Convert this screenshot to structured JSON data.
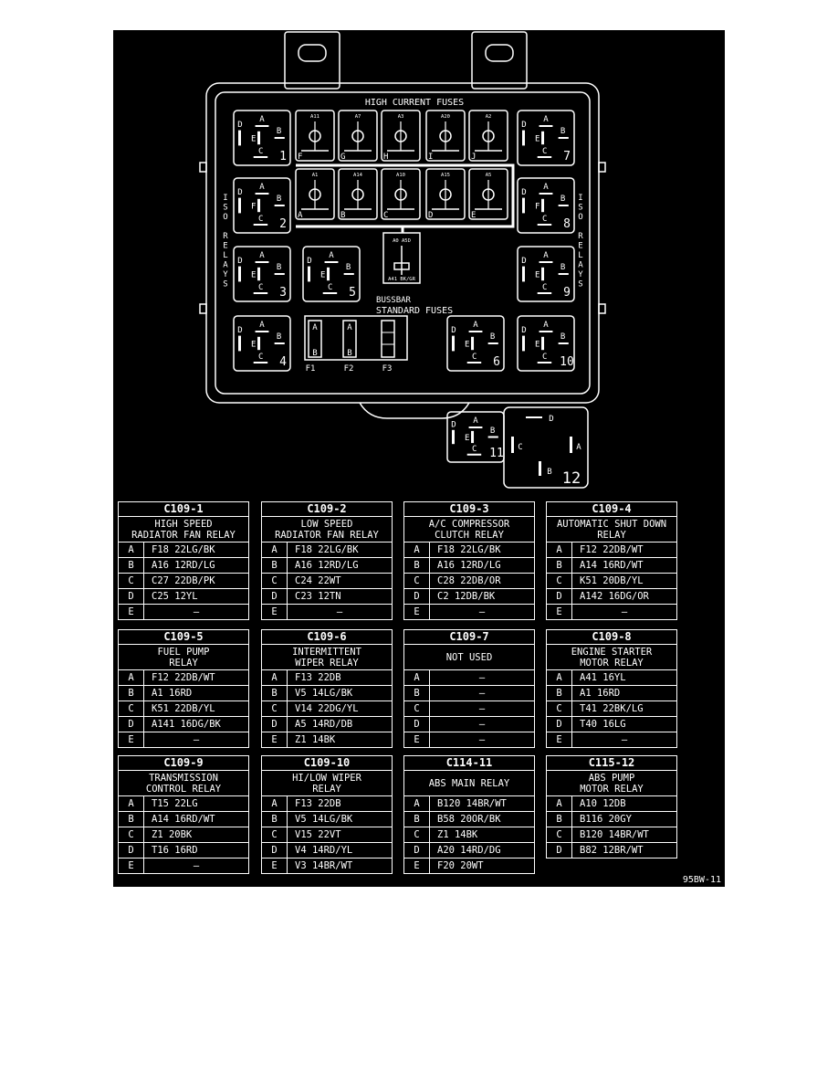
{
  "diagram": {
    "top_label": "HIGH CURRENT FUSES",
    "std_label": "STANDARD FUSES",
    "bussbar_label": "BUSSBAR",
    "iso_left": [
      "I",
      "S",
      "O",
      "",
      "R",
      "E",
      "L",
      "A",
      "Y",
      "S"
    ],
    "iso_right": [
      "I",
      "S",
      "O",
      "",
      "R",
      "E",
      "L",
      "A",
      "Y",
      "S"
    ],
    "relay_pins": [
      "A",
      "B",
      "C",
      "D",
      "E",
      "F"
    ],
    "relay_numbers": [
      "1",
      "2",
      "3",
      "4",
      "5",
      "6",
      "7",
      "8",
      "9",
      "10",
      "11",
      "12"
    ],
    "hc_row1_letters": [
      "F",
      "G",
      "H",
      "I",
      "J"
    ],
    "hc_row2_letters": [
      "A",
      "B",
      "C",
      "D",
      "E"
    ],
    "hc_row1_codes": [
      "A11",
      "A7",
      "A3",
      "A20",
      "A2"
    ],
    "hc_row2_codes": [
      "A1",
      "A14",
      "A10",
      "A15",
      "A5"
    ],
    "fuse_cols": [
      "F1",
      "F2",
      "F3"
    ],
    "fuse_letters": [
      "A",
      "B",
      "A",
      "B"
    ],
    "bussbar_tag": "A41 BK/GR"
  },
  "tables": [
    {
      "id": "C109-1",
      "title": [
        "HIGH SPEED",
        "RADIATOR FAN RELAY"
      ],
      "rows": [
        [
          "A",
          "F18 22LG/BK"
        ],
        [
          "B",
          "A16 12RD/LG"
        ],
        [
          "C",
          "C27 22DB/PK"
        ],
        [
          "D",
          "C25 12YL"
        ],
        [
          "E",
          "–"
        ]
      ]
    },
    {
      "id": "C109-2",
      "title": [
        "LOW SPEED",
        "RADIATOR FAN RELAY"
      ],
      "rows": [
        [
          "A",
          "F18 22LG/BK"
        ],
        [
          "B",
          "A16 12RD/LG"
        ],
        [
          "C",
          "C24 22WT"
        ],
        [
          "D",
          "C23 12TN"
        ],
        [
          "E",
          "–"
        ]
      ]
    },
    {
      "id": "C109-3",
      "title": [
        "A/C COMPRESSOR",
        "CLUTCH RELAY"
      ],
      "rows": [
        [
          "A",
          "F18 22LG/BK"
        ],
        [
          "B",
          "A16 12RD/LG"
        ],
        [
          "C",
          "C28 22DB/OR"
        ],
        [
          "D",
          "C2 12DB/BK"
        ],
        [
          "E",
          "–"
        ]
      ]
    },
    {
      "id": "C109-4",
      "title": [
        "AUTOMATIC SHUT DOWN",
        "RELAY"
      ],
      "rows": [
        [
          "A",
          "F12 22DB/WT"
        ],
        [
          "B",
          "A14 16RD/WT"
        ],
        [
          "C",
          "K51 20DB/YL"
        ],
        [
          "D",
          "A142 16DG/OR"
        ],
        [
          "E",
          "–"
        ]
      ]
    },
    {
      "id": "C109-5",
      "title": [
        "FUEL PUMP",
        "RELAY"
      ],
      "rows": [
        [
          "A",
          "F12 22DB/WT"
        ],
        [
          "B",
          "A1 16RD"
        ],
        [
          "C",
          "K51 22DB/YL"
        ],
        [
          "D",
          "A141 16DG/BK"
        ],
        [
          "E",
          "–"
        ]
      ]
    },
    {
      "id": "C109-6",
      "title": [
        "INTERMITTENT",
        "WIPER RELAY"
      ],
      "rows": [
        [
          "A",
          "F13 22DB"
        ],
        [
          "B",
          "V5 14LG/BK"
        ],
        [
          "C",
          "V14 22DG/YL"
        ],
        [
          "D",
          "A5 14RD/DB"
        ],
        [
          "E",
          "Z1 14BK"
        ]
      ]
    },
    {
      "id": "C109-7",
      "title": [
        "NOT USED"
      ],
      "rows": [
        [
          "A",
          "–"
        ],
        [
          "B",
          "–"
        ],
        [
          "C",
          "–"
        ],
        [
          "D",
          "–"
        ],
        [
          "E",
          "–"
        ]
      ],
      "center": true
    },
    {
      "id": "C109-8",
      "title": [
        "ENGINE STARTER",
        "MOTOR RELAY"
      ],
      "rows": [
        [
          "A",
          "A41 16YL"
        ],
        [
          "B",
          "A1 16RD"
        ],
        [
          "C",
          "T41 22BK/LG"
        ],
        [
          "D",
          "T40 16LG"
        ],
        [
          "E",
          "–"
        ]
      ]
    },
    {
      "id": "C109-9",
      "title": [
        "TRANSMISSION",
        "CONTROL RELAY"
      ],
      "rows": [
        [
          "A",
          "T15 22LG"
        ],
        [
          "B",
          "A14 16RD/WT"
        ],
        [
          "C",
          "Z1 20BK"
        ],
        [
          "D",
          "T16 16RD"
        ],
        [
          "E",
          "–"
        ]
      ]
    },
    {
      "id": "C109-10",
      "title": [
        "HI/LOW WIPER",
        "RELAY"
      ],
      "rows": [
        [
          "A",
          "F13 22DB"
        ],
        [
          "B",
          "V5 14LG/BK"
        ],
        [
          "C",
          "V15 22VT"
        ],
        [
          "D",
          "V4 14RD/YL"
        ],
        [
          "E",
          "V3 14BR/WT"
        ]
      ]
    },
    {
      "id": "C114-11",
      "title": [
        "ABS MAIN RELAY"
      ],
      "rows": [
        [
          "A",
          "B120 14BR/WT"
        ],
        [
          "B",
          "B58 20OR/BK"
        ],
        [
          "C",
          "Z1 14BK"
        ],
        [
          "D",
          "A20 14RD/DG"
        ],
        [
          "E",
          "F20 20WT"
        ]
      ]
    },
    {
      "id": "C115-12",
      "title": [
        "ABS PUMP",
        "MOTOR RELAY"
      ],
      "rows": [
        [
          "A",
          "A10 12DB"
        ],
        [
          "B",
          "B116 20GY"
        ],
        [
          "C",
          "B120 14BR/WT"
        ],
        [
          "D",
          "B82 12BR/WT"
        ]
      ]
    }
  ],
  "figure_ref": "95BW-11",
  "colors": {
    "background": "#000000",
    "line": "#ffffff",
    "page": "#ffffff"
  }
}
